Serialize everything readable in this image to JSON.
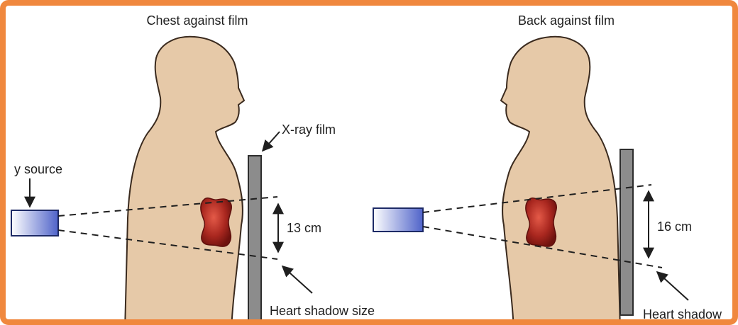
{
  "colors": {
    "frame": "#f0883e",
    "skin": "#e6c9a8",
    "skin_outline": "#3a2a1e",
    "heart": "#a82620",
    "film": "#8c8c8c",
    "source": "#5a6fcf"
  },
  "left_panel": {
    "title": "Chest against film",
    "source_label": "y source",
    "film_label": "X-ray film",
    "measure_label": "13 cm",
    "shadow_label": "Heart shadow size"
  },
  "right_panel": {
    "title": "Back against film",
    "measure_label": "16 cm",
    "shadow_label": "Heart shadow"
  }
}
